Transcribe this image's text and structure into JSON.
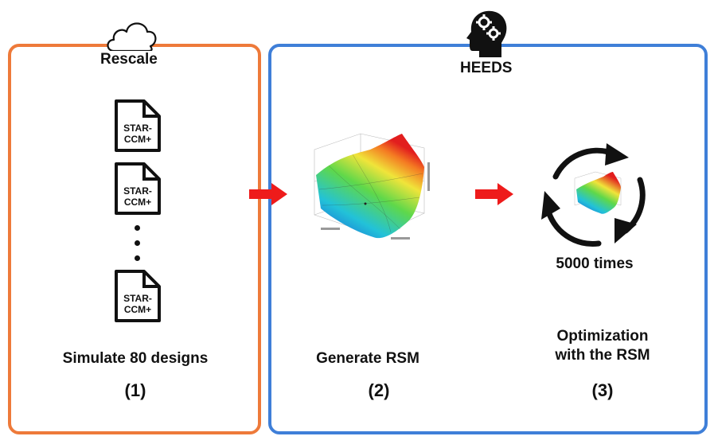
{
  "panels": {
    "left": {
      "title": "Rescale",
      "icon": "cloud-icon"
    },
    "right": {
      "title": "HEEDS",
      "icon": "head-gears-icon"
    }
  },
  "file_icon": {
    "line1": "STAR-",
    "line2": "CCM+"
  },
  "steps": [
    {
      "label": "Simulate 80 designs",
      "number": "(1)"
    },
    {
      "label": "Generate RSM",
      "number": "(2)"
    },
    {
      "label_line1": "Optimization",
      "label_line2": "with the RSM",
      "number": "(3)"
    }
  ],
  "loop_label": "5000 times",
  "colors": {
    "rescale_border": "#ee7a3a",
    "heeds_border": "#3f7fd8",
    "arrow": "#ee1b1b"
  }
}
